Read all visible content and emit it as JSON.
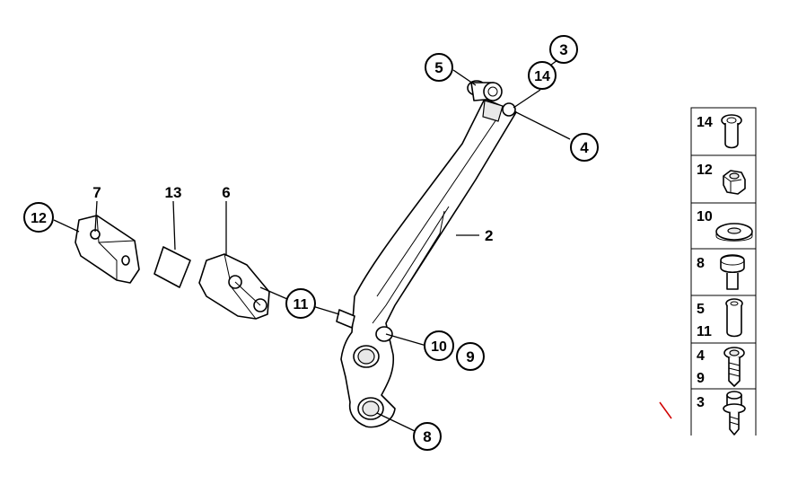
{
  "diagram": {
    "parts": [
      {
        "ref": "2"
      },
      {
        "ref": "3"
      },
      {
        "ref": "4"
      },
      {
        "ref": "5"
      },
      {
        "ref": "6"
      },
      {
        "ref": "7"
      },
      {
        "ref": "8"
      },
      {
        "ref": "9"
      },
      {
        "ref": "10"
      },
      {
        "ref": "11"
      },
      {
        "ref": "12"
      },
      {
        "ref": "13"
      },
      {
        "ref": "14"
      }
    ],
    "legend": [
      {
        "labels": [
          "14"
        ],
        "icon": "sleeve-icon"
      },
      {
        "labels": [
          "12"
        ],
        "icon": "hex-nut-icon"
      },
      {
        "labels": [
          "10"
        ],
        "icon": "washer-icon"
      },
      {
        "labels": [
          "8"
        ],
        "icon": "rubber-buffer-icon"
      },
      {
        "labels": [
          "5",
          "11"
        ],
        "icon": "bushing-icon"
      },
      {
        "labels": [
          "4",
          "9"
        ],
        "icon": "torx-screw-icon"
      },
      {
        "labels": [
          "3"
        ],
        "icon": "collar-screw-icon"
      }
    ],
    "accent_color": "#d00000"
  }
}
